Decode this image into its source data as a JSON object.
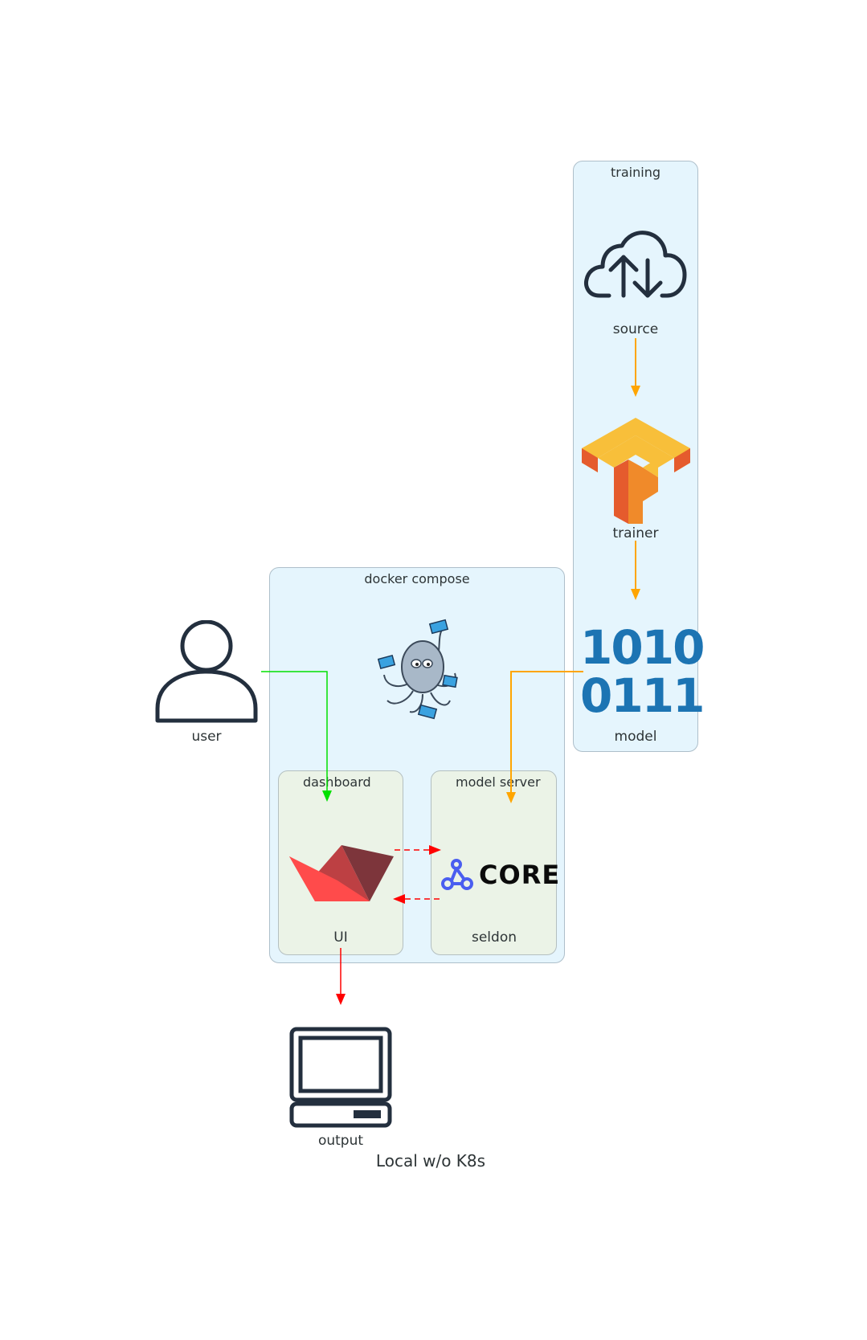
{
  "clusters": {
    "training": "training",
    "docker_compose": "docker compose",
    "dashboard": "dashboard",
    "model_server": "model server"
  },
  "nodes": {
    "source": "source",
    "trainer": "trainer",
    "model_line1": "1010",
    "model_line2": "0111",
    "model": "model",
    "user": "user",
    "ui": "UI",
    "seldon_logo_text": "CORE",
    "seldon": "seldon",
    "output": "output"
  },
  "caption": "Local w/o K8s",
  "colors": {
    "orange_edge": "#ffa500",
    "green_edge": "#00e000",
    "red_edge": "#ff0000",
    "cluster_fill": "#e5f5fd",
    "inner_cluster_fill": "#ebf3e7",
    "icon_dark": "#232f3e"
  },
  "icons": [
    "cloud-sync-icon",
    "tensorflow-icon",
    "binary-model-icon",
    "user-icon",
    "docker-compose-octopus-icon",
    "streamlit-icon",
    "seldon-core-icon",
    "laptop-icon"
  ]
}
